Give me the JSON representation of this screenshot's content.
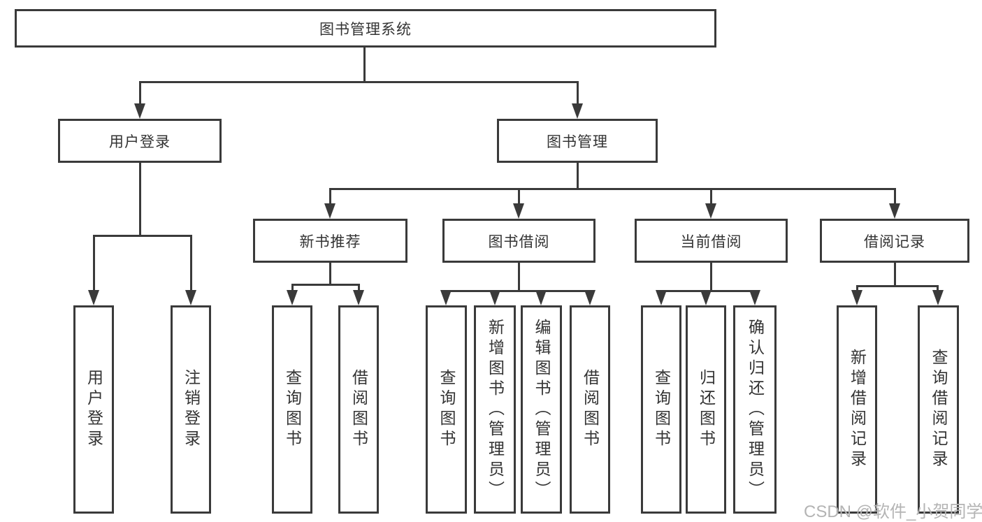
{
  "tree": {
    "root": {
      "label": "图书管理系统"
    },
    "branches": [
      {
        "label": "用户登录",
        "children": [
          {
            "label": "用户登录"
          },
          {
            "label": "注销登录"
          }
        ]
      },
      {
        "label": "图书管理",
        "children": [
          {
            "label": "新书推荐",
            "children": [
              {
                "label": "查询图书"
              },
              {
                "label": "借阅图书"
              }
            ]
          },
          {
            "label": "图书借阅",
            "children": [
              {
                "label": "查询图书"
              },
              {
                "label": "新增图书（管理员）"
              },
              {
                "label": "编辑图书（管理员）"
              },
              {
                "label": "借阅图书"
              }
            ]
          },
          {
            "label": "当前借阅",
            "children": [
              {
                "label": "查询图书"
              },
              {
                "label": "归还图书"
              },
              {
                "label": "确认归还（管理员）"
              }
            ]
          },
          {
            "label": "借阅记录",
            "children": [
              {
                "label": "新增借阅记录"
              },
              {
                "label": "查询借阅记录"
              }
            ]
          }
        ]
      }
    ]
  },
  "watermark": "CSDN @软件_小贺同学",
  "colors": {
    "line": "#3a3a3a",
    "text": "#333333",
    "background": "#ffffff",
    "watermark": "#b4b4b4"
  }
}
